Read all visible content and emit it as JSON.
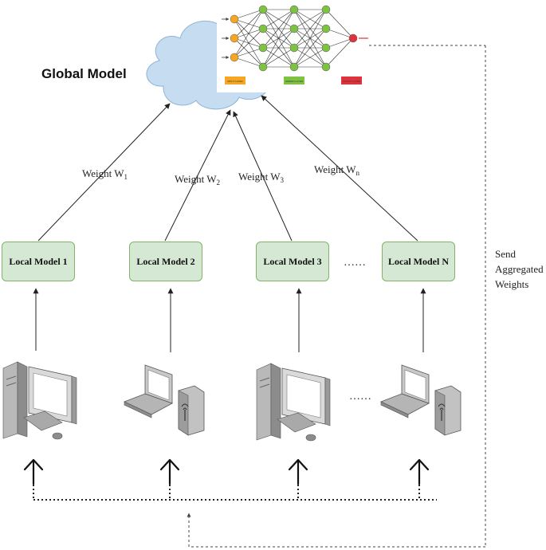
{
  "global_model": {
    "title": "Global Model",
    "nn_legend": {
      "input_layer": "INPUT LAYER",
      "hidden_layer": "HIDDEN LAYER",
      "output_layer": "OUTPUT LAYER"
    }
  },
  "weights": [
    {
      "base": "Weight W",
      "sub": "1"
    },
    {
      "base": "Weight W",
      "sub": "2"
    },
    {
      "base": "Weight W",
      "sub": "3"
    },
    {
      "base": "Weight W",
      "sub": "n"
    }
  ],
  "local_models": [
    {
      "label": "Local Model 1"
    },
    {
      "label": "Local Model 2"
    },
    {
      "label": "Local Model 3"
    },
    {
      "label": "Local Model N"
    }
  ],
  "ellipsis_models": "……",
  "ellipsis_devices": "……",
  "send_label": {
    "line1": "Send",
    "line2": "Aggregated",
    "line3": "Weights"
  },
  "icons": [
    "cloud-icon",
    "neural-network-icon",
    "desktop-computer-icon",
    "laptop-computer-icon"
  ],
  "colors": {
    "cloud_fill": "#c6dcf1",
    "cloud_stroke": "#8eb4d8",
    "box_fill": "#d5e8d4",
    "box_stroke": "#82b366",
    "nn_input": "#f5a623",
    "nn_hidden": "#7dc242",
    "nn_output": "#e0323c"
  }
}
